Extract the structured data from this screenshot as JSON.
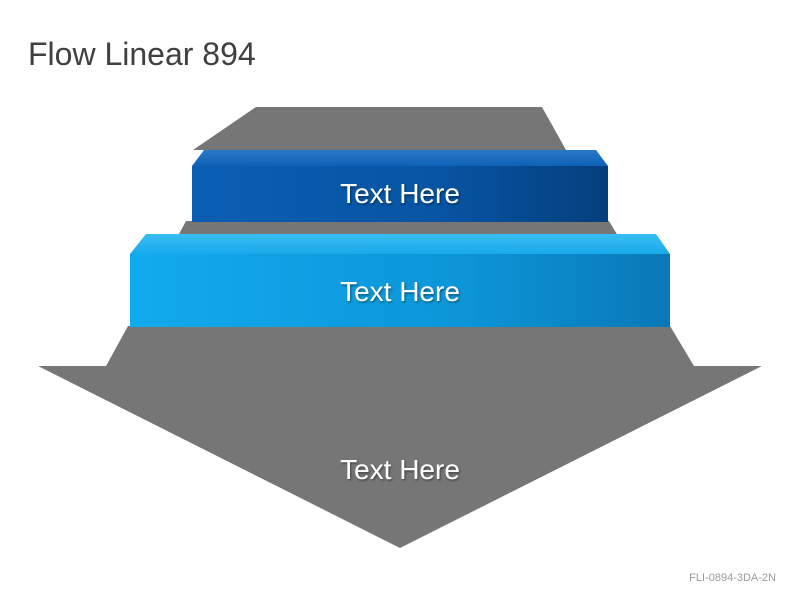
{
  "slide": {
    "title": "Flow Linear 894",
    "code": "FLI-0894-3DA-2N"
  },
  "diagram": {
    "top_bar_text": "Text Here",
    "middle_bar_text": "Text Here",
    "arrow_text": "Text Here"
  },
  "colors": {
    "arrow": "#767676",
    "dark_blue": "#0a5cae",
    "light_blue": "#12a8ea"
  }
}
